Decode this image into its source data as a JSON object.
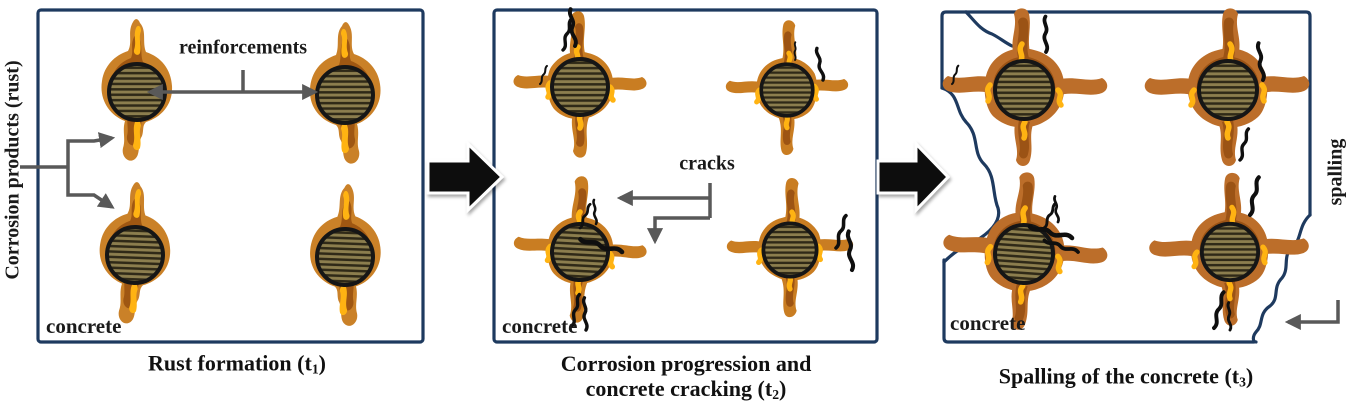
{
  "figure": {
    "labels": {
      "reinforcements": "reinforcements",
      "corrosion_products": "Corrosion products (rust)",
      "cracks": "cracks",
      "spalling": "spalling"
    },
    "panels": [
      {
        "name": "rust-formation",
        "concrete_label": "concrete",
        "caption_lines": [
          {
            "pre": "Rust formation (t",
            "sub": "1",
            "post": ")"
          }
        ]
      },
      {
        "name": "corrosion-progression-and-cracking",
        "concrete_label": "concrete",
        "caption_lines": [
          {
            "pre": "Corrosion progression and",
            "sub": "",
            "post": ""
          },
          {
            "pre": "concrete cracking (t",
            "sub": "2",
            "post": ")"
          }
        ]
      },
      {
        "name": "spalling-of-concrete",
        "concrete_label": "concrete",
        "caption_lines": [
          {
            "pre": "Spalling of the concrete (t",
            "sub": "3",
            "post": ")"
          }
        ]
      }
    ],
    "colors": {
      "panel_border": "#1e3a5f",
      "annotation_arrow": "#595959",
      "stage_arrow": "#070707",
      "rust_light": "#c97d22",
      "rust_dark": "#9d5413",
      "rust_yellow": "#ffb312",
      "rebar_fill": "#8c7e4e",
      "rebar_stripe": "#2f2917",
      "crack_line": "#0f0f0f",
      "text": "#1a1a1a"
    }
  }
}
